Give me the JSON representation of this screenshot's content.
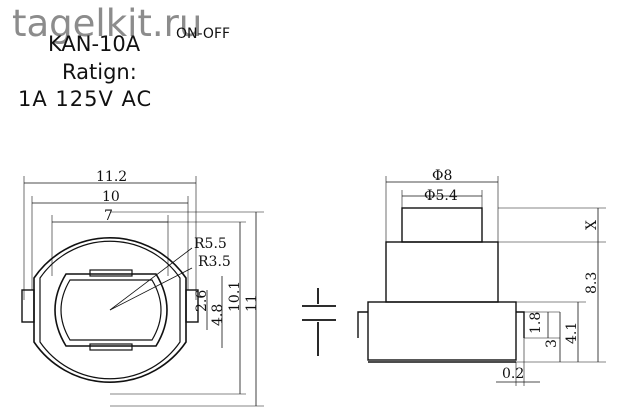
{
  "header": {
    "watermark": "tagelkit.ru",
    "model": "KAN-10A",
    "switch_type": "ON-OFF",
    "rating_label": "Ratign:",
    "rating_value": "1A  125V  AC"
  },
  "front_view": {
    "width_outer": "11.2",
    "width_mid": "10",
    "width_inner": "7",
    "radius_outer": "R5.5",
    "radius_inner": "R3.5",
    "dim_2_6": "2.6",
    "dim_4_8": "4.8",
    "dim_10_1": "10.1",
    "dim_11": "11"
  },
  "side_view": {
    "diameter_outer": "Φ8",
    "diameter_inner": "Φ5.4",
    "dim_x": "X",
    "dim_8_3": "8.3",
    "dim_1_8": "1.8",
    "dim_3": "3",
    "dim_4_1": "4.1",
    "dim_0_2": "0.2"
  }
}
